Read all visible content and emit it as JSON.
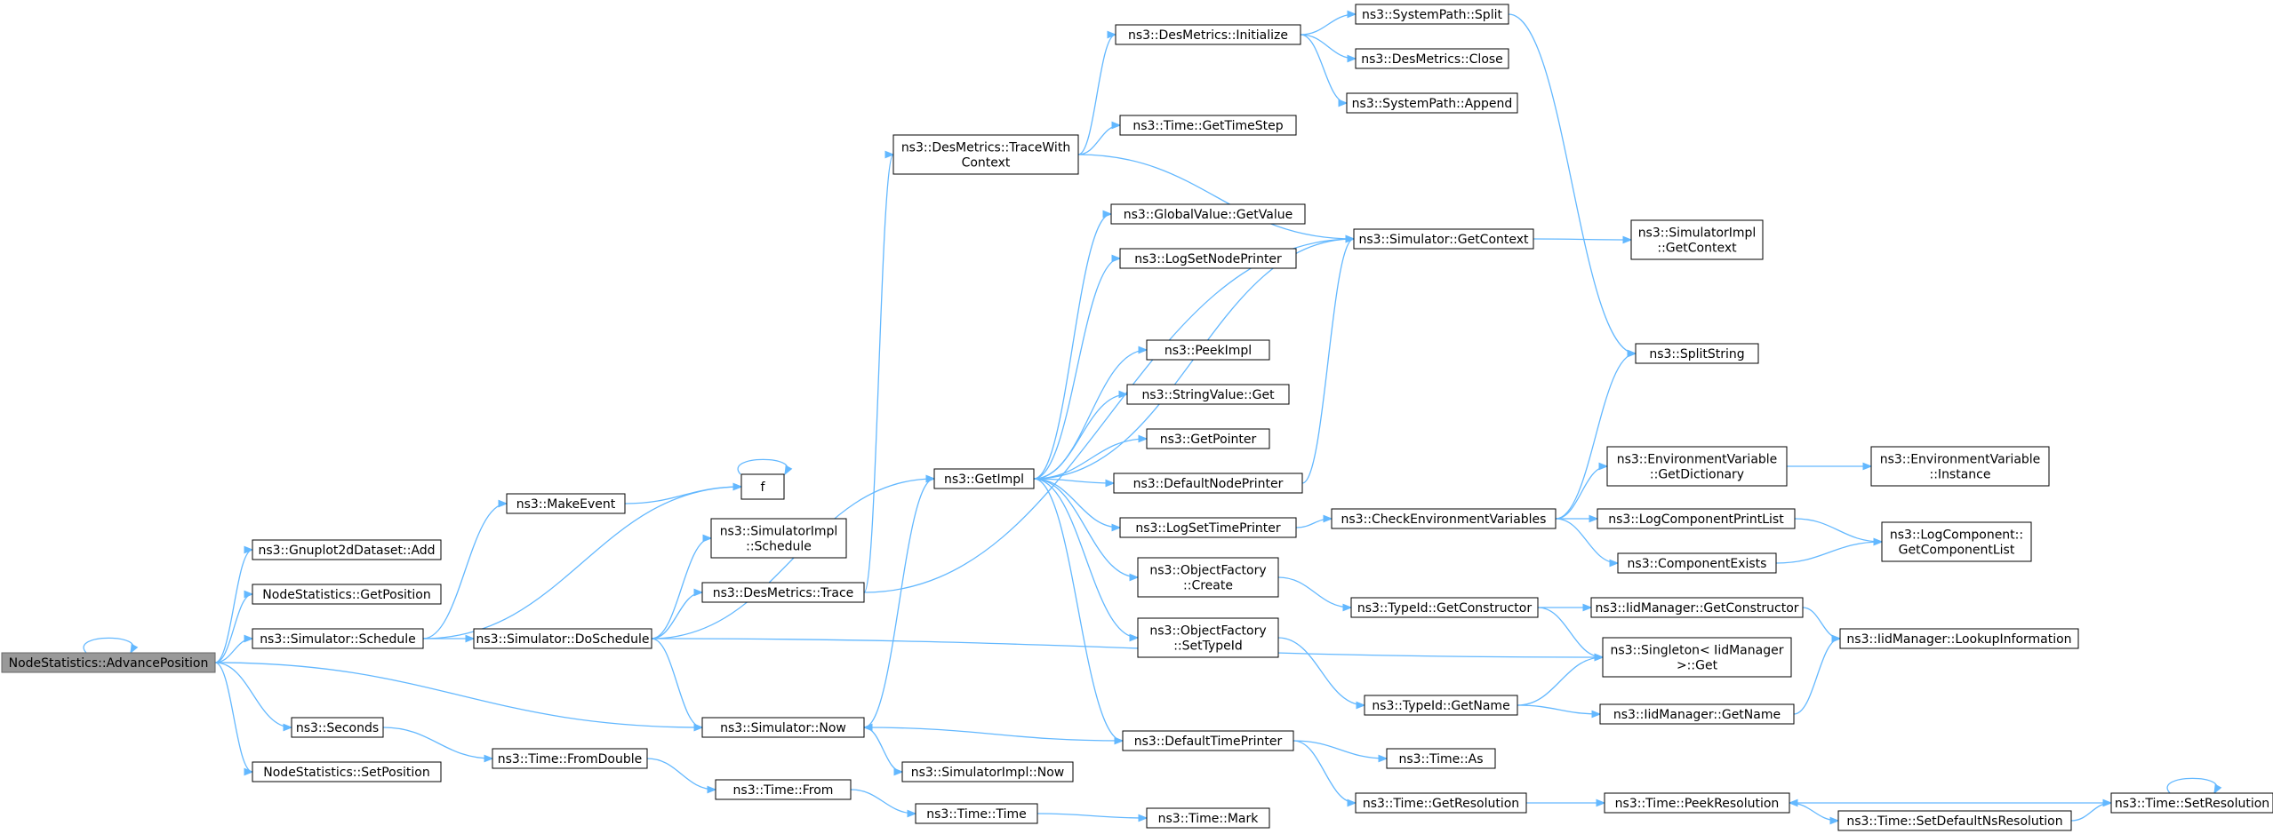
{
  "graph": {
    "type": "call-graph",
    "edge_color": "#63b8ff",
    "root_fill": "#999999",
    "nodes": [
      {
        "id": "advance",
        "lines": [
          "NodeStatistics::AdvancePosition"
        ],
        "root": true
      },
      {
        "id": "gp_add",
        "lines": [
          "ns3::Gnuplot2dDataset::Add"
        ]
      },
      {
        "id": "ns_getpos",
        "lines": [
          "NodeStatistics::GetPosition"
        ]
      },
      {
        "id": "sim_schedule",
        "lines": [
          "ns3::Simulator::Schedule"
        ]
      },
      {
        "id": "seconds",
        "lines": [
          "ns3::Seconds"
        ]
      },
      {
        "id": "ns_setpos",
        "lines": [
          "NodeStatistics::SetPosition"
        ]
      },
      {
        "id": "makeevent",
        "lines": [
          "ns3::MakeEvent"
        ]
      },
      {
        "id": "f",
        "lines": [
          "f"
        ]
      },
      {
        "id": "dosched",
        "lines": [
          "ns3::Simulator::DoSchedule"
        ]
      },
      {
        "id": "fromdouble",
        "lines": [
          "ns3::Time::FromDouble"
        ]
      },
      {
        "id": "simimpl_sched",
        "lines": [
          "ns3::SimulatorImpl",
          "::Schedule"
        ]
      },
      {
        "id": "desm_trace",
        "lines": [
          "ns3::DesMetrics::Trace"
        ]
      },
      {
        "id": "sim_now",
        "lines": [
          "ns3::Simulator::Now"
        ]
      },
      {
        "id": "time_from",
        "lines": [
          "ns3::Time::From"
        ]
      },
      {
        "id": "simimpl_now",
        "lines": [
          "ns3::SimulatorImpl::Now"
        ]
      },
      {
        "id": "time_time",
        "lines": [
          "ns3::Time::Time"
        ]
      },
      {
        "id": "getimpl",
        "lines": [
          "ns3::GetImpl"
        ]
      },
      {
        "id": "desm_twc",
        "lines": [
          "ns3::DesMetrics::TraceWith",
          "Context"
        ]
      },
      {
        "id": "desm_init",
        "lines": [
          "ns3::DesMetrics::Initialize"
        ]
      },
      {
        "id": "getts",
        "lines": [
          "ns3::Time::GetTimeStep"
        ]
      },
      {
        "id": "gv_get",
        "lines": [
          "ns3::GlobalValue::GetValue"
        ]
      },
      {
        "id": "logsetnode",
        "lines": [
          "ns3::LogSetNodePrinter"
        ]
      },
      {
        "id": "peekimpl",
        "lines": [
          "ns3::PeekImpl"
        ]
      },
      {
        "id": "sv_get",
        "lines": [
          "ns3::StringValue::Get"
        ]
      },
      {
        "id": "getpointer",
        "lines": [
          "ns3::GetPointer"
        ]
      },
      {
        "id": "defnode",
        "lines": [
          "ns3::DefaultNodePrinter"
        ]
      },
      {
        "id": "logsettime",
        "lines": [
          "ns3::LogSetTimePrinter"
        ]
      },
      {
        "id": "of_create",
        "lines": [
          "ns3::ObjectFactory",
          "::Create"
        ]
      },
      {
        "id": "of_settype",
        "lines": [
          "ns3::ObjectFactory",
          "::SetTypeId"
        ]
      },
      {
        "id": "deftime",
        "lines": [
          "ns3::DefaultTimePrinter"
        ]
      },
      {
        "id": "time_mark",
        "lines": [
          "ns3::Time::Mark"
        ]
      },
      {
        "id": "sp_split",
        "lines": [
          "ns3::SystemPath::Split"
        ]
      },
      {
        "id": "desm_close",
        "lines": [
          "ns3::DesMetrics::Close"
        ]
      },
      {
        "id": "sp_append",
        "lines": [
          "ns3::SystemPath::Append"
        ]
      },
      {
        "id": "sim_getctx",
        "lines": [
          "ns3::Simulator::GetContext"
        ]
      },
      {
        "id": "checkenv",
        "lines": [
          "ns3::CheckEnvironmentVariables"
        ]
      },
      {
        "id": "tid_getctor",
        "lines": [
          "ns3::TypeId::GetConstructor"
        ]
      },
      {
        "id": "tid_getname",
        "lines": [
          "ns3::TypeId::GetName"
        ]
      },
      {
        "id": "time_as",
        "lines": [
          "ns3::Time::As"
        ]
      },
      {
        "id": "time_getres",
        "lines": [
          "ns3::Time::GetResolution"
        ]
      },
      {
        "id": "simimpl_getctx",
        "lines": [
          "ns3::SimulatorImpl",
          "::GetContext"
        ]
      },
      {
        "id": "splitstring",
        "lines": [
          "ns3::SplitString"
        ]
      },
      {
        "id": "env_getdict",
        "lines": [
          "ns3::EnvironmentVariable",
          "::GetDictionary"
        ]
      },
      {
        "id": "logcomp_print",
        "lines": [
          "ns3::LogComponentPrintList"
        ]
      },
      {
        "id": "compexists",
        "lines": [
          "ns3::ComponentExists"
        ]
      },
      {
        "id": "iid_getctor",
        "lines": [
          "ns3::IidManager::GetConstructor"
        ]
      },
      {
        "id": "singleton_get",
        "lines": [
          "ns3::Singleton< IidManager",
          ">::Get"
        ]
      },
      {
        "id": "iid_getname",
        "lines": [
          "ns3::IidManager::GetName"
        ]
      },
      {
        "id": "peekres",
        "lines": [
          "ns3::Time::PeekResolution"
        ]
      },
      {
        "id": "setdefns",
        "lines": [
          "ns3::Time::SetDefaultNsResolution"
        ]
      },
      {
        "id": "env_instance",
        "lines": [
          "ns3::EnvironmentVariable",
          "::Instance"
        ]
      },
      {
        "id": "logcomp_getlist",
        "lines": [
          "ns3::LogComponent::",
          "GetComponentList"
        ]
      },
      {
        "id": "iid_lookup",
        "lines": [
          "ns3::IidManager::LookupInformation"
        ]
      },
      {
        "id": "time_setres",
        "lines": [
          "ns3::Time::SetResolution"
        ]
      }
    ],
    "edges": [
      [
        "advance",
        "advance"
      ],
      [
        "advance",
        "gp_add"
      ],
      [
        "advance",
        "ns_getpos"
      ],
      [
        "advance",
        "sim_schedule"
      ],
      [
        "advance",
        "seconds"
      ],
      [
        "advance",
        "ns_setpos"
      ],
      [
        "advance",
        "sim_now"
      ],
      [
        "sim_schedule",
        "makeevent"
      ],
      [
        "sim_schedule",
        "f"
      ],
      [
        "sim_schedule",
        "dosched"
      ],
      [
        "makeevent",
        "f"
      ],
      [
        "f",
        "f"
      ],
      [
        "dosched",
        "simimpl_sched"
      ],
      [
        "dosched",
        "desm_trace"
      ],
      [
        "dosched",
        "getimpl"
      ],
      [
        "dosched",
        "sim_now"
      ],
      [
        "dosched",
        "singleton_get"
      ],
      [
        "seconds",
        "fromdouble"
      ],
      [
        "fromdouble",
        "time_from"
      ],
      [
        "time_from",
        "time_time"
      ],
      [
        "time_time",
        "time_mark"
      ],
      [
        "desm_trace",
        "desm_twc"
      ],
      [
        "desm_trace",
        "sim_getctx"
      ],
      [
        "desm_twc",
        "desm_init"
      ],
      [
        "desm_twc",
        "getts"
      ],
      [
        "desm_twc",
        "sim_getctx"
      ],
      [
        "desm_init",
        "sp_split"
      ],
      [
        "desm_init",
        "desm_close"
      ],
      [
        "desm_init",
        "sp_append"
      ],
      [
        "sp_split",
        "splitstring"
      ],
      [
        "sim_now",
        "getimpl"
      ],
      [
        "sim_now",
        "simimpl_now"
      ],
      [
        "getimpl",
        "gv_get"
      ],
      [
        "getimpl",
        "logsetnode"
      ],
      [
        "getimpl",
        "peekimpl"
      ],
      [
        "getimpl",
        "sv_get"
      ],
      [
        "getimpl",
        "getpointer"
      ],
      [
        "getimpl",
        "defnode"
      ],
      [
        "getimpl",
        "logsettime"
      ],
      [
        "getimpl",
        "of_create"
      ],
      [
        "getimpl",
        "of_settype"
      ],
      [
        "getimpl",
        "deftime"
      ],
      [
        "getimpl",
        "sim_getctx"
      ],
      [
        "defnode",
        "sim_getctx"
      ],
      [
        "logsettime",
        "checkenv"
      ],
      [
        "deftime",
        "sim_now"
      ],
      [
        "deftime",
        "time_as"
      ],
      [
        "deftime",
        "time_getres"
      ],
      [
        "sim_getctx",
        "simimpl_getctx"
      ],
      [
        "checkenv",
        "splitstring"
      ],
      [
        "checkenv",
        "env_getdict"
      ],
      [
        "checkenv",
        "logcomp_print"
      ],
      [
        "checkenv",
        "compexists"
      ],
      [
        "env_getdict",
        "env_instance"
      ],
      [
        "logcomp_print",
        "logcomp_getlist"
      ],
      [
        "compexists",
        "logcomp_getlist"
      ],
      [
        "of_create",
        "tid_getctor"
      ],
      [
        "of_settype",
        "tid_getname"
      ],
      [
        "tid_getctor",
        "iid_getctor"
      ],
      [
        "tid_getctor",
        "singleton_get"
      ],
      [
        "tid_getname",
        "singleton_get"
      ],
      [
        "tid_getname",
        "iid_getname"
      ],
      [
        "iid_getctor",
        "iid_lookup"
      ],
      [
        "iid_getname",
        "iid_lookup"
      ],
      [
        "time_getres",
        "peekres"
      ],
      [
        "peekres",
        "setdefns"
      ],
      [
        "setdefns",
        "time_setres"
      ],
      [
        "time_setres",
        "peekres"
      ],
      [
        "time_setres",
        "time_setres"
      ]
    ]
  }
}
